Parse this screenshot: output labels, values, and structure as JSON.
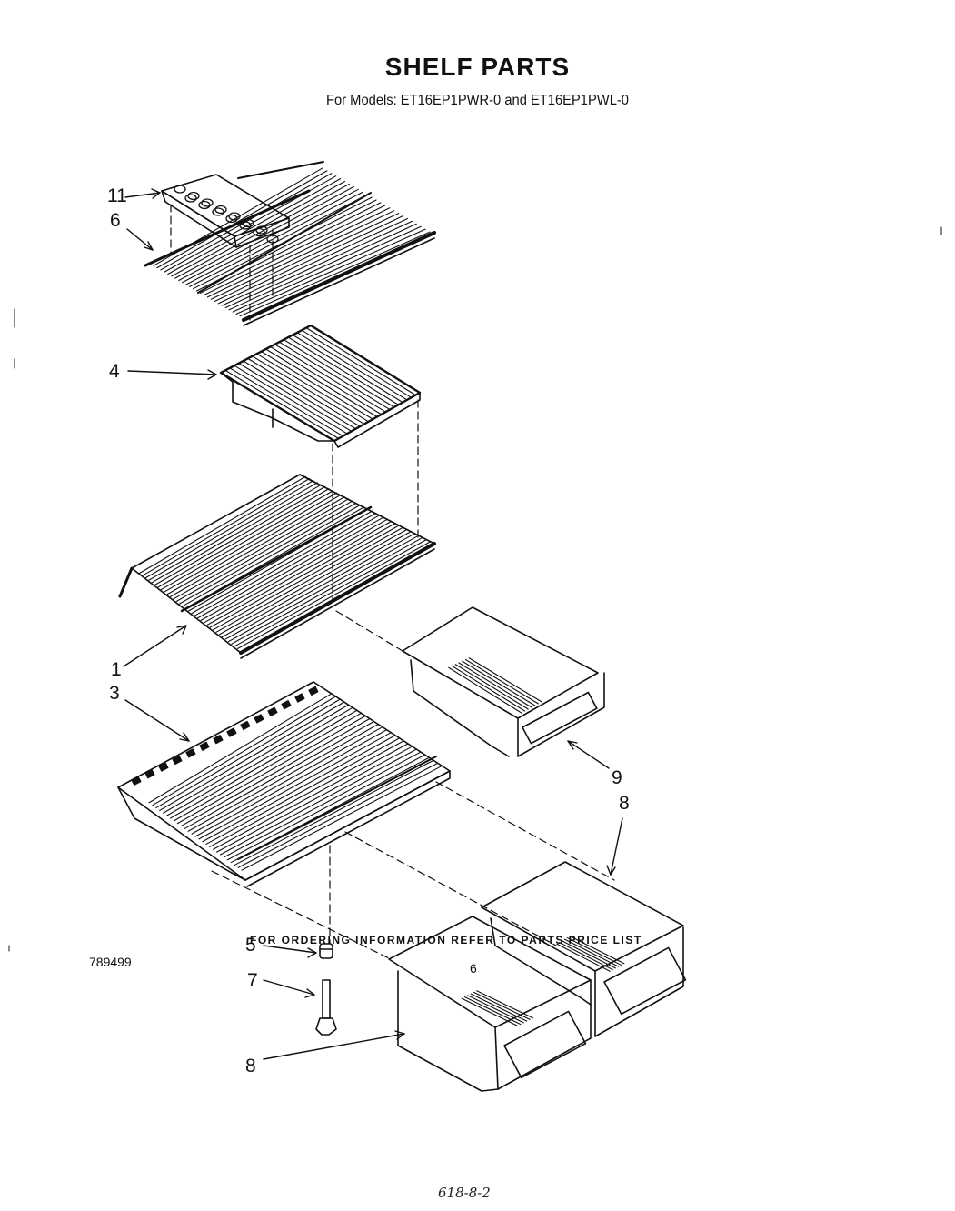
{
  "header": {
    "title": "SHELF PARTS",
    "subtitle": "For Models: ET16EP1PWR-0 and   ET16EP1PWL-0"
  },
  "callouts": [
    {
      "id": "11",
      "label": "11"
    },
    {
      "id": "6",
      "label": "6"
    },
    {
      "id": "4",
      "label": "4"
    },
    {
      "id": "1",
      "label": "1"
    },
    {
      "id": "3",
      "label": "3"
    },
    {
      "id": "9",
      "label": "9"
    },
    {
      "id": "8a",
      "label": "8"
    },
    {
      "id": "5",
      "label": "5"
    },
    {
      "id": "7",
      "label": "7"
    },
    {
      "id": "8b",
      "label": "8"
    }
  ],
  "footer": {
    "ordering_note": "FOR ORDERING INFORMATION REFER TO PARTS PRICE LIST",
    "document_number": "789499",
    "page_number": "6",
    "handwritten_note": "618-8-2"
  },
  "colors": {
    "ink": "#111111",
    "paper": "#ffffff"
  }
}
